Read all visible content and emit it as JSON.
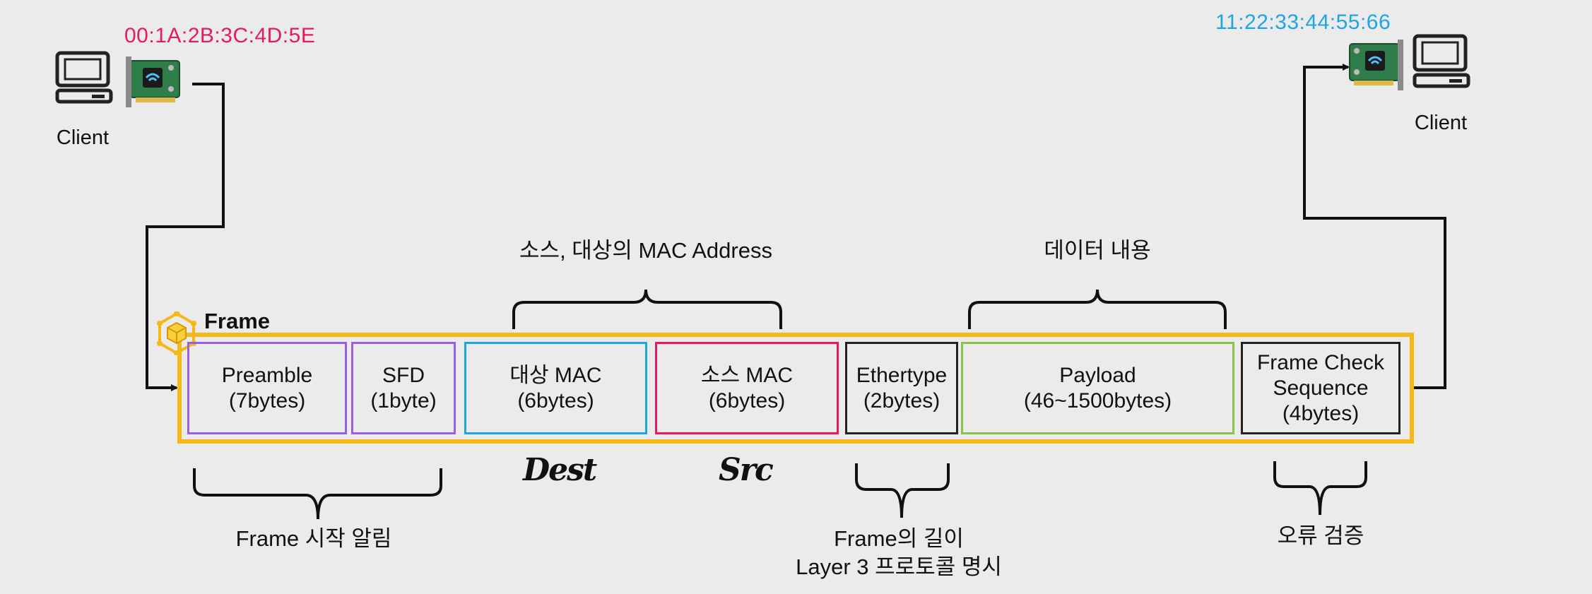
{
  "colors": {
    "frame": "#f5b917",
    "preamble": "#9b5de5",
    "sfd": "#9b5de5",
    "dest": "#1ea6e0",
    "src": "#e8195f",
    "ethertype": "#222222",
    "payload": "#8bc34a",
    "fcs": "#222222",
    "mac_left": "#e8195f",
    "mac_right": "#1ea6e0"
  },
  "left_node": {
    "mac": "00:1A:2B:3C:4D:5E",
    "label": "Client",
    "icons": [
      "computer-icon",
      "network-card-icon"
    ]
  },
  "right_node": {
    "mac": "11:22:33:44:55:66",
    "label": "Client",
    "icons": [
      "computer-icon",
      "network-card-icon"
    ]
  },
  "frame": {
    "title": "Frame",
    "icon": "frame-cube-icon"
  },
  "fields": [
    {
      "id": "preamble",
      "lines": [
        "Preamble",
        "(7bytes)"
      ]
    },
    {
      "id": "sfd",
      "lines": [
        "SFD",
        "(1byte)"
      ]
    },
    {
      "id": "dest",
      "lines": [
        "대상 MAC",
        "(6bytes)"
      ]
    },
    {
      "id": "src",
      "lines": [
        "소스 MAC",
        "(6bytes)"
      ]
    },
    {
      "id": "ethertype",
      "lines": [
        "Ethertype",
        "(2bytes)"
      ]
    },
    {
      "id": "payload",
      "lines": [
        "Payload",
        "(46~1500bytes)"
      ]
    },
    {
      "id": "fcs",
      "lines": [
        "Frame Check",
        "Sequence",
        "(4bytes)"
      ]
    }
  ],
  "annotations": {
    "mac_address": "소스, 대상의 MAC Address",
    "data_content": "데이터 내용",
    "frame_start": "Frame 시작 알림",
    "frame_length_1": "Frame의 길이",
    "frame_length_2": "Layer 3 프로토콜 명시",
    "error_check": "오류 검증",
    "dest_hand": "Dest",
    "src_hand": "Src"
  }
}
